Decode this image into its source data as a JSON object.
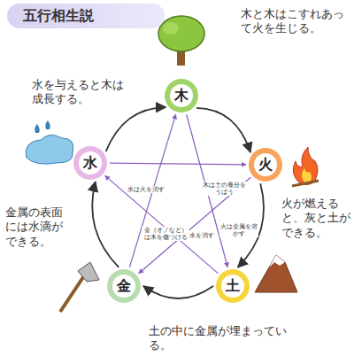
{
  "diagram": {
    "title": "五行相生説",
    "nodes": [
      {
        "text": [
          "木"
        ]
      },
      {
        "text": [
          "火"
        ]
      },
      {
        "text": [
          "土"
        ]
      },
      {
        "text": [
          "金"
        ]
      },
      {
        "text": [
          "水"
        ]
      }
    ],
    "edges": [
      {
        "from": 0,
        "to": 1,
        "arrow": "to"
      },
      {
        "from": 1,
        "to": 2,
        "arrow": "to"
      },
      {
        "from": 2,
        "to": 3,
        "arrow": "to"
      },
      {
        "from": 3,
        "to": 4,
        "arrow": "to"
      },
      {
        "from": 4,
        "to": 0,
        "arrow": "to"
      },
      {
        "from": 0,
        "to": 2,
        "label": "木は土の養分をうばう",
        "arrow": "to"
      },
      {
        "from": 2,
        "to": 4,
        "label": "土は水を消す",
        "arrow": "to"
      },
      {
        "from": 4,
        "to": 1,
        "label": "水は火を消す",
        "arrow": "to"
      },
      {
        "from": 1,
        "to": 3,
        "label": "火は金属を溶かす",
        "arrow": "to"
      },
      {
        "from": 3,
        "to": 0,
        "label": "金（オノなど）は木を傷つける",
        "arrow": "to"
      }
    ],
    "labels": [
      "木と木はこすれあって火を生じる。",
      "水を与えると木は成長する。",
      "火が燃えると、灰と土ができる。",
      "土の中に金属が埋まっている。",
      "金属の表面には水滴ができる。"
    ]
  }
}
